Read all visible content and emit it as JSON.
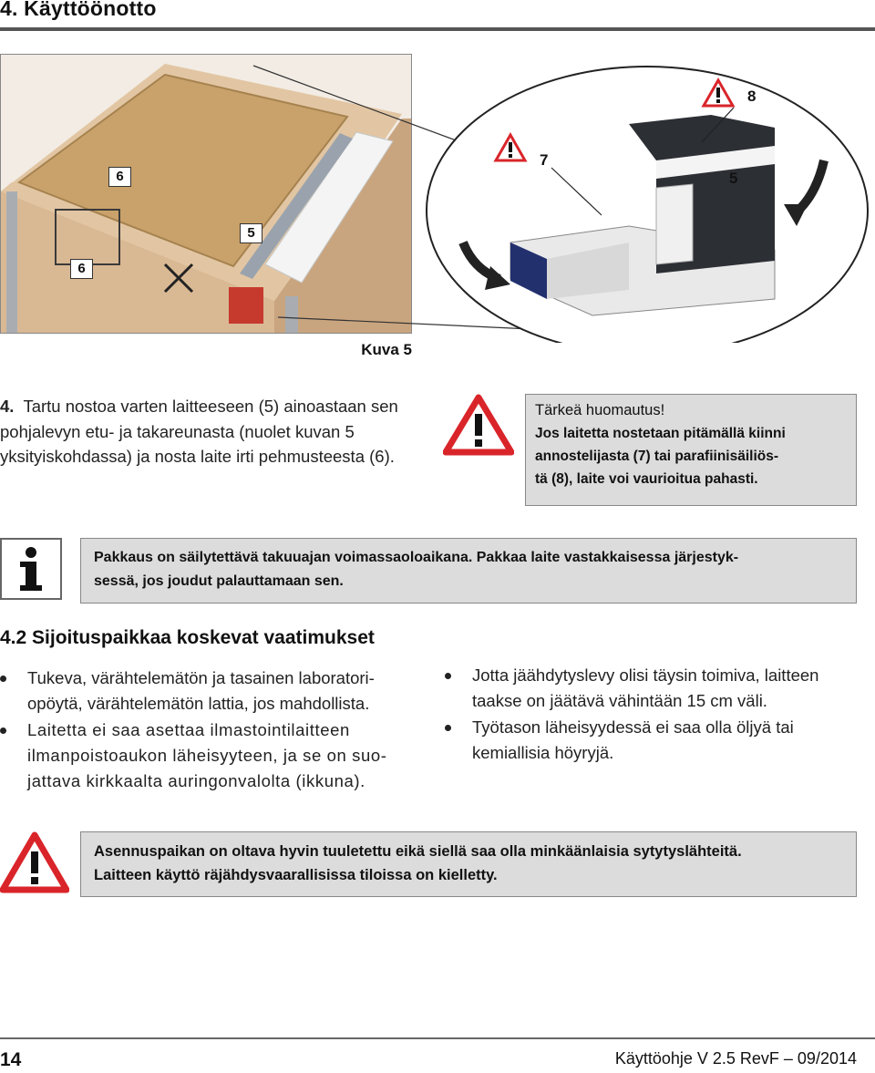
{
  "header": {
    "title": "4.  Käyttöönotto"
  },
  "figure": {
    "caption": "Kuva 5",
    "callouts_photo": [
      "6",
      "5",
      "6"
    ],
    "callouts_detail": [
      "8",
      "7",
      "5"
    ]
  },
  "step": {
    "number": "4.",
    "text": "Tartu nostoa varten laitteeseen (5) ainoastaan sen pohjalevyn etu- ja takareunasta (nuolet kuvan 5 yksityiskohdassa) ja nosta laite irti pehmusteesta (6)."
  },
  "notice_important": {
    "title": "Tärkeä huomautus!",
    "lines": [
      "Jos laitetta nostetaan pitämällä kiinni",
      "annostelijasta (7) tai parafiinisäiliös-",
      "tä (8), laite voi vaurioitua pahasti."
    ]
  },
  "notice_info": {
    "lines": [
      "Pakkaus on säilytettävä takuuajan voimassaoloaikana. Pakkaa laite vastakkaisessa järjestyk-",
      "sessä, jos joudut palauttamaan sen."
    ]
  },
  "section": {
    "title": "4.2   Sijoituspaikkaa koskevat vaatimukset",
    "bullets_left": [
      "Tukeva, värähtelemätön ja tasainen laboratori-opöytä, värähtelemätön lattia, jos mahdollista.",
      "Laitetta ei saa asettaa ilmastointilaitteen ilmanpoistoaukon läheisyyteen, ja se on suo-jattava kirkkaalta auringonvalolta (ikkuna)."
    ],
    "bullets_right": [
      "Jotta jäähdytyslevy olisi täysin toimiva, laitteen taakse on jäätävä vähintään 15 cm väli.",
      "Työtason läheisyydessä ei saa olla öljyä tai kemiallisia höyryjä."
    ]
  },
  "notice_warning": {
    "lines": [
      "Asennuspaikan on oltava hyvin tuuletettu eikä siellä saa olla minkäänlaisia sytytyslähteitä.",
      "Laitteen käyttö räjähdysvaarallisissa tiloissa on kielletty."
    ]
  },
  "footer": {
    "page": "14",
    "doc": "Käyttöohje V 2.5 RevF – 09/2014"
  },
  "colors": {
    "warning_red": "#d9252a",
    "notice_bg": "#dcdcdc",
    "rule": "#555555"
  }
}
